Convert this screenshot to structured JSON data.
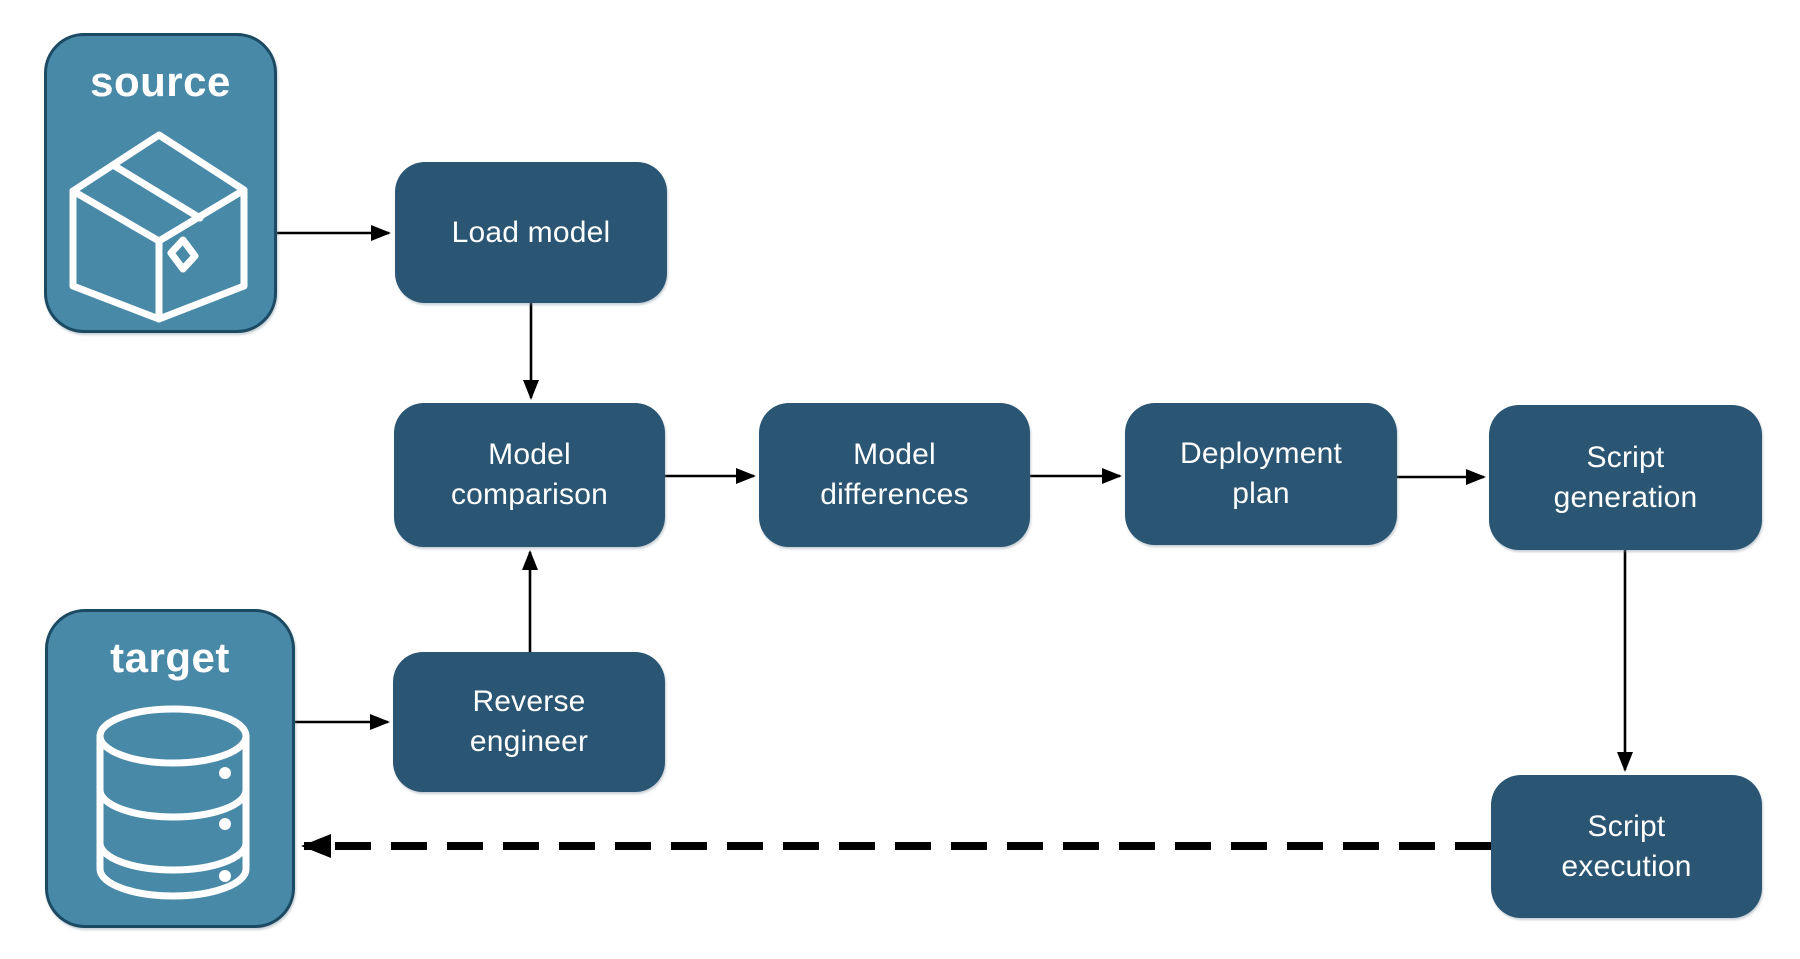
{
  "diagram": {
    "colors": {
      "node_fill": "#2A5573",
      "container_fill": "#4889A8",
      "container_border": "#1C4A62",
      "node_text": "#FFFFFF",
      "container_text": "#FFFFFF",
      "icon_stroke": "#FFFFFF",
      "arrow": "#000000",
      "background": "#FFFFFF"
    },
    "containers": {
      "source": {
        "label": "source",
        "icon": "package-icon"
      },
      "target": {
        "label": "target",
        "icon": "database-icon"
      }
    },
    "nodes": {
      "load_model": {
        "label": "Load model"
      },
      "model_comparison": {
        "label": "Model comparison"
      },
      "model_differences": {
        "label": "Model differences"
      },
      "deployment_plan": {
        "label": "Deployment plan"
      },
      "script_generation": {
        "label": "Script generation"
      },
      "reverse_engineer": {
        "label": "Reverse engineer"
      },
      "script_execution": {
        "label": "Script execution"
      }
    },
    "edges": [
      {
        "from": "source",
        "to": "load_model",
        "style": "solid"
      },
      {
        "from": "load_model",
        "to": "model_comparison",
        "style": "solid"
      },
      {
        "from": "target",
        "to": "reverse_engineer",
        "style": "solid"
      },
      {
        "from": "reverse_engineer",
        "to": "model_comparison",
        "style": "solid"
      },
      {
        "from": "model_comparison",
        "to": "model_differences",
        "style": "solid"
      },
      {
        "from": "model_differences",
        "to": "deployment_plan",
        "style": "solid"
      },
      {
        "from": "deployment_plan",
        "to": "script_generation",
        "style": "solid"
      },
      {
        "from": "script_generation",
        "to": "script_execution",
        "style": "solid"
      },
      {
        "from": "script_execution",
        "to": "target",
        "style": "dashed"
      }
    ]
  }
}
